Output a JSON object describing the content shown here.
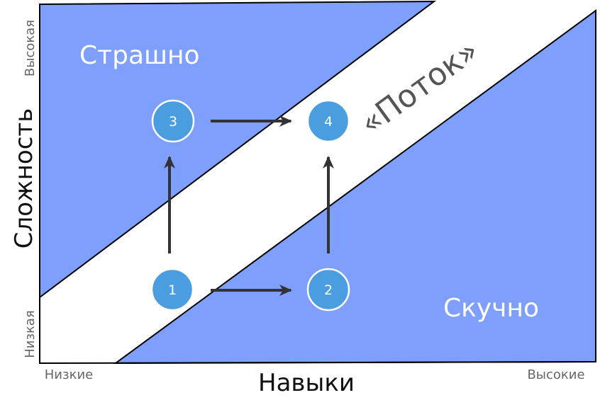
{
  "colors": {
    "zone": "#7f9ffd",
    "circle": "#4a9ee0",
    "arrow": "#333333",
    "flow_text": "#555555"
  },
  "zones": {
    "anxiety": "Страшно",
    "boredom": "Скучно",
    "flow": "«Поток»"
  },
  "y_axis": {
    "label": "Сложность",
    "high": "Высокая",
    "low": "Низкая"
  },
  "x_axis": {
    "label": "Навыки",
    "low": "Низкие",
    "high": "Высокие"
  },
  "steps": [
    "1",
    "2",
    "3",
    "4"
  ]
}
